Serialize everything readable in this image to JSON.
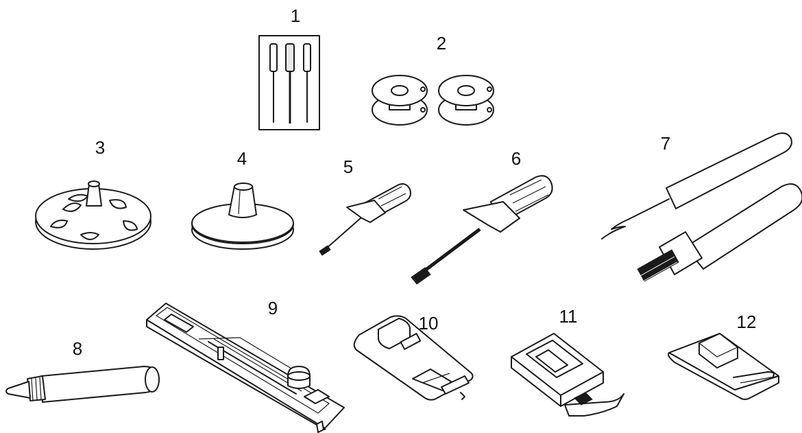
{
  "diagram": {
    "parts": [
      {
        "label": "1",
        "icon": "needles-pack-icon"
      },
      {
        "label": "2",
        "icon": "bobbins-icon"
      },
      {
        "label": "3",
        "icon": "spool-cap-large-icon"
      },
      {
        "label": "4",
        "icon": "spool-cap-small-icon"
      },
      {
        "label": "5",
        "icon": "small-screwdriver-icon"
      },
      {
        "label": "6",
        "icon": "large-screwdriver-icon"
      },
      {
        "label": "7",
        "icon": "seam-ripper-brush-icon"
      },
      {
        "label": "8",
        "icon": "oil-tube-icon"
      },
      {
        "label": "9",
        "icon": "buttonhole-foot-icon"
      },
      {
        "label": "10",
        "icon": "zipper-foot-icon"
      },
      {
        "label": "11",
        "icon": "satin-foot-icon"
      },
      {
        "label": "12",
        "icon": "blind-hem-foot-icon"
      }
    ]
  }
}
